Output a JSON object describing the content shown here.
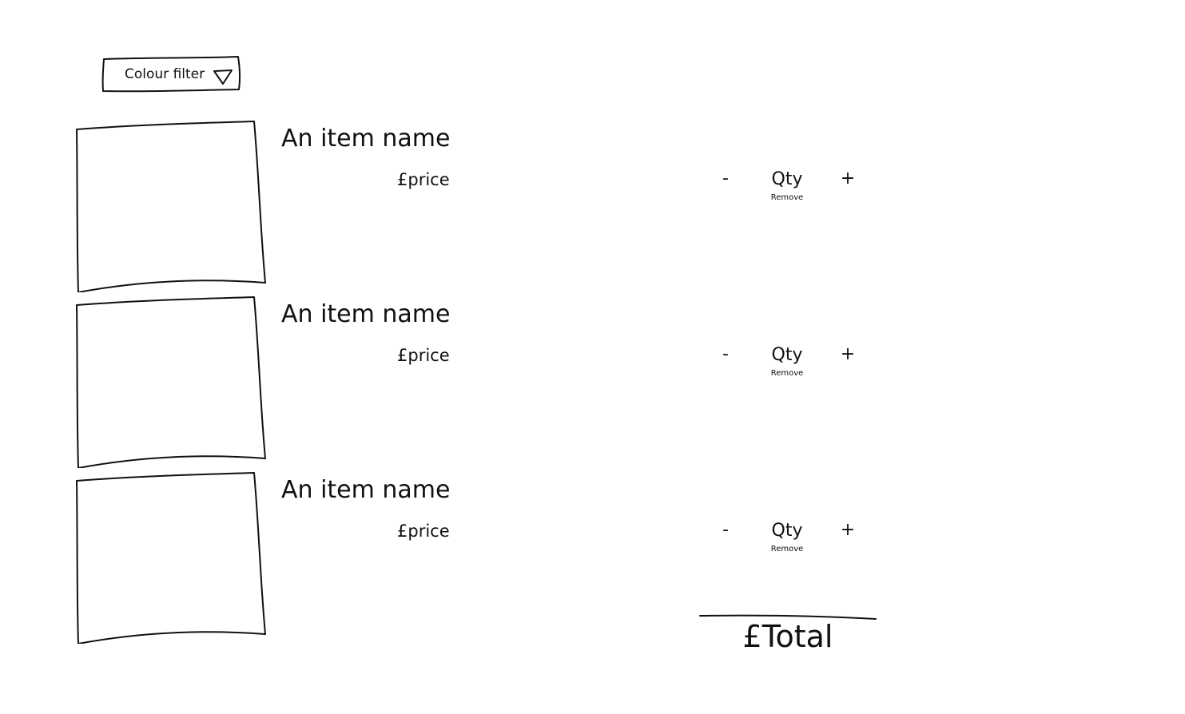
{
  "filter": {
    "label": "Colour filter",
    "icon": "triangle-down-icon"
  },
  "cart": {
    "items": [
      {
        "name": "An item name",
        "price": "£price",
        "minus_label": "-",
        "qty_label": "Qty",
        "plus_label": "+",
        "remove_label": "Remove"
      },
      {
        "name": "An item name",
        "price": "£price",
        "minus_label": "-",
        "qty_label": "Qty",
        "plus_label": "+",
        "remove_label": "Remove"
      },
      {
        "name": "An item name",
        "price": "£price",
        "minus_label": "-",
        "qty_label": "Qty",
        "plus_label": "+",
        "remove_label": "Remove"
      }
    ],
    "total_label": "£Total"
  }
}
